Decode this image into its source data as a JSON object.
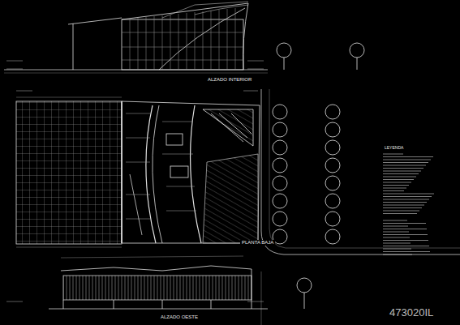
{
  "diagram": {
    "labels": [
      "ALZADO INTERIOR",
      "PLANTA BAJA",
      "ALZADO OESTE",
      "LEYENDA",
      "473020IL"
    ]
  }
}
